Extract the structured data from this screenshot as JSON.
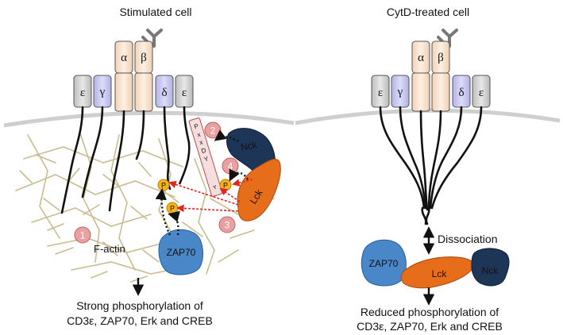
{
  "left_panel": {
    "title": "Stimulated cell",
    "chains": {
      "epsilon": "ε",
      "gamma": "γ",
      "alpha": "α",
      "beta": "β",
      "delta": "δ"
    },
    "motif_letters": [
      "P",
      "x",
      "x",
      "D",
      "Y"
    ],
    "motif_y": "Y",
    "steps": [
      "1",
      "2",
      "3",
      "4"
    ],
    "phospho": "P",
    "factin_label": "F-actin",
    "proteins": {
      "zap70": "ZAP70",
      "lck": "Lck",
      "nck": "Nck"
    },
    "outcome_line1": "Strong phosphorylation of",
    "outcome_line2": "CD3ε, ZAP70, Erk and CREB"
  },
  "right_panel": {
    "title": "CytD-treated cell",
    "chains": {
      "epsilon": "ε",
      "gamma": "γ",
      "alpha": "α",
      "beta": "β",
      "delta": "δ"
    },
    "dissociation_label": "Dissociation",
    "proteins": {
      "zap70": "ZAP70",
      "lck": "Lck",
      "nck": "Nck"
    },
    "outcome_line1": "Reduced phosphorylation of",
    "outcome_line2": "CD3ε, ZAP70, Erk and CREB"
  },
  "colors": {
    "epsilon_fill": "#d0d0d0",
    "gamma_delta_fill": "#c9c9ef",
    "alpha_beta_fill": "#f8e1cc",
    "actin": "#c9bc8e",
    "zap70": "#4a87c9",
    "lck": "#e66d1a",
    "nck": "#1d3557",
    "step_badge": "#e9a0a0",
    "phospho": "#f5b21a",
    "arrow_red": "#e0261f"
  }
}
